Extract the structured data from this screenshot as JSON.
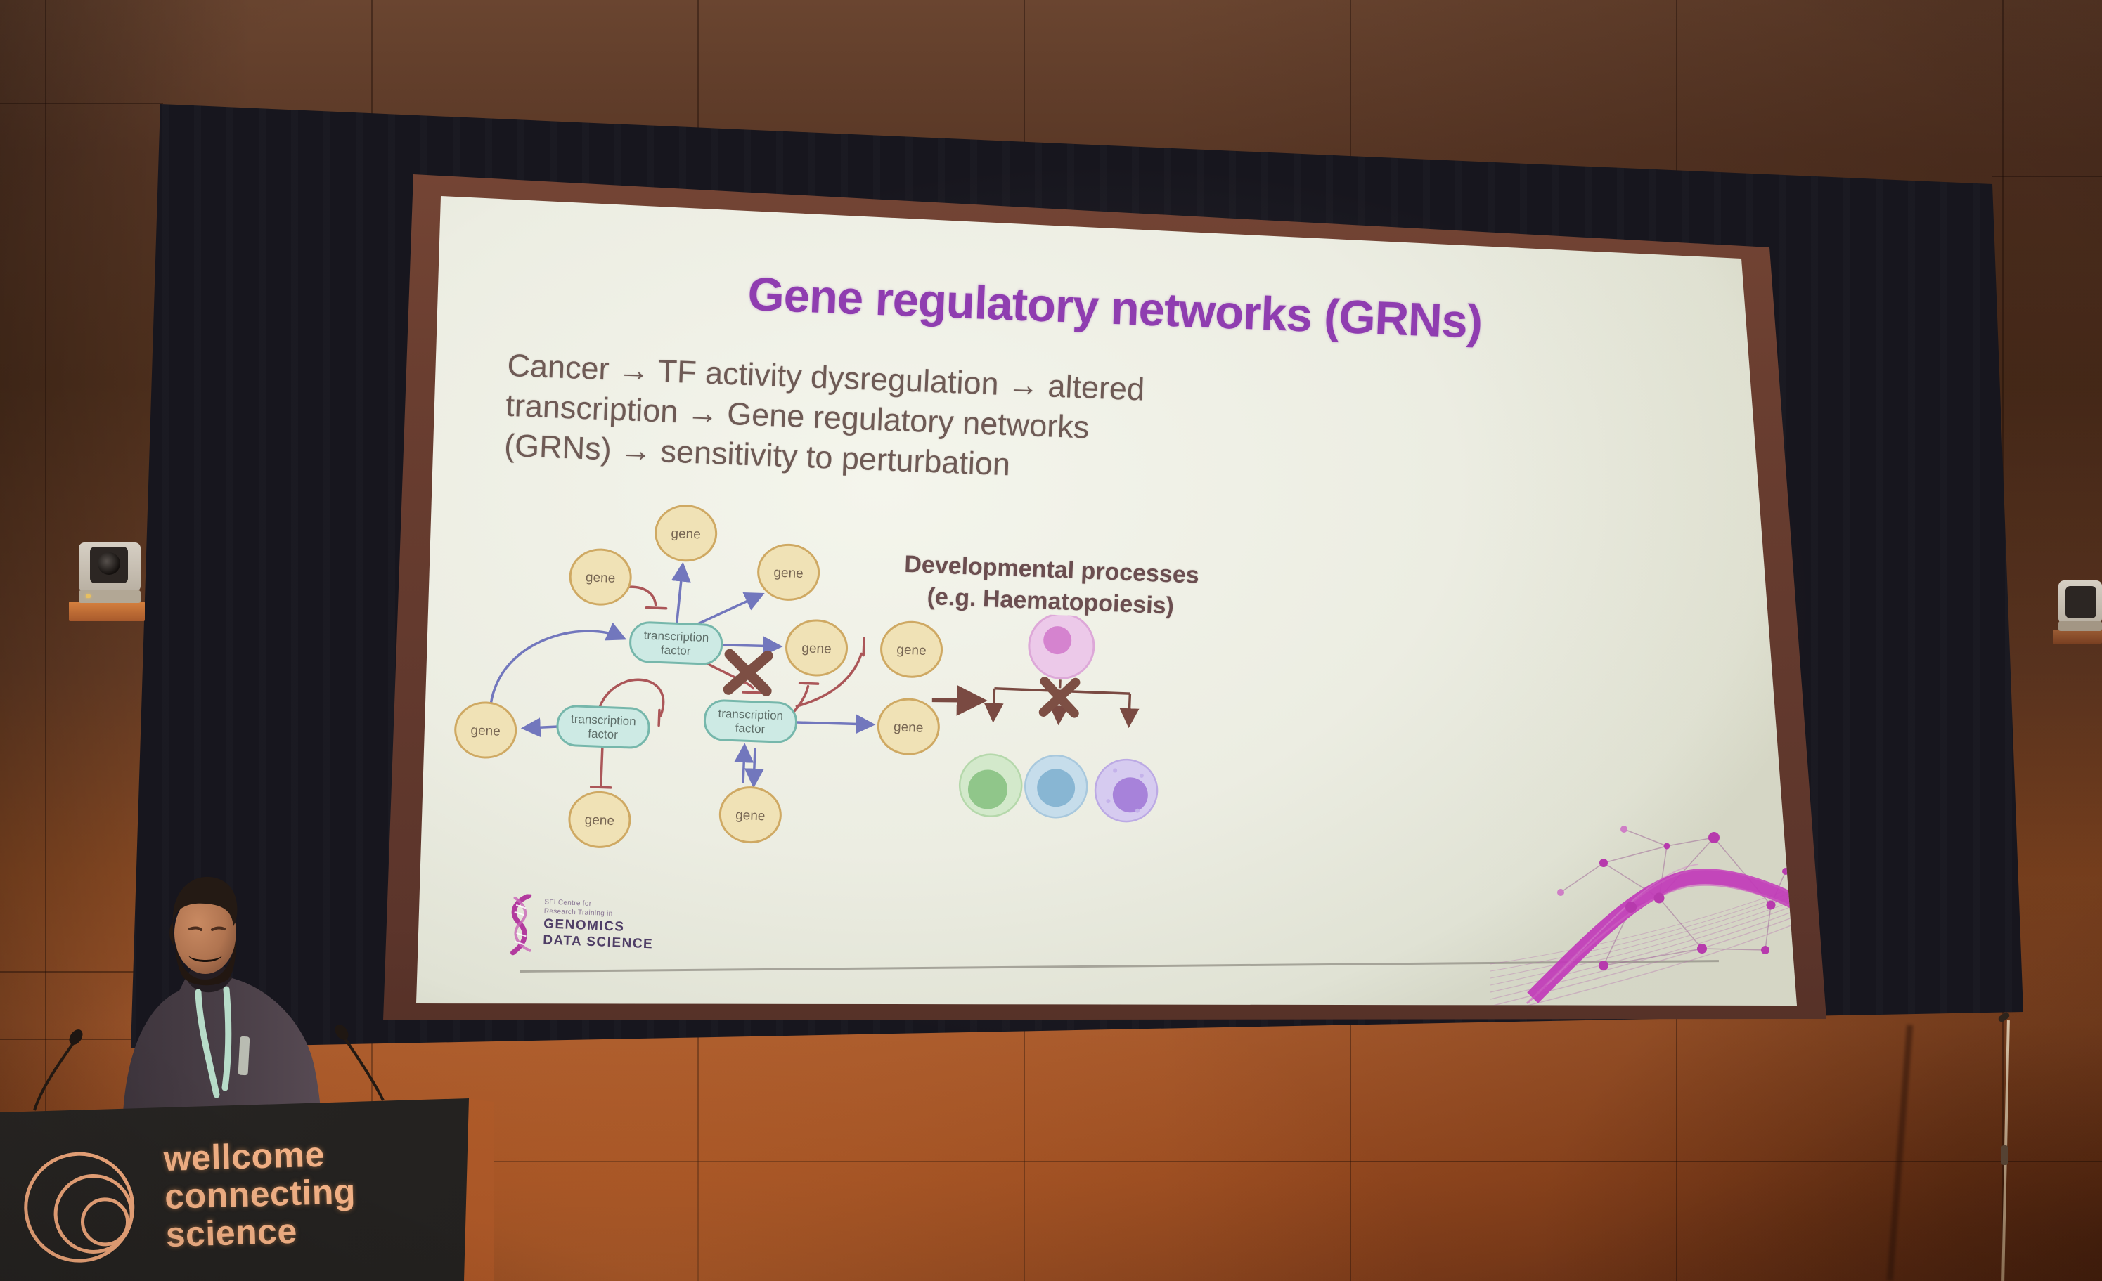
{
  "slide": {
    "title": "Gene regulatory networks (GRNs)",
    "body_line1": "Cancer → TF activity dysregulation → altered",
    "body_line2": "transcription → Gene regulatory networks",
    "body_line3": "(GRNs) → sensitivity to perturbation",
    "diagram": {
      "gene_label": "gene",
      "tf_line1": "transcription",
      "tf_line2": "factor"
    },
    "developmental": {
      "heading_line1": "Developmental processes",
      "heading_line2": "(e.g. Haematopoiesis)"
    },
    "logo": {
      "small_line1": "SFI Centre for",
      "small_line2": "Research Training in",
      "big_line1": "GENOMICS",
      "big_line2": "DATA SCIENCE"
    },
    "colors": {
      "title": "#8f3db0",
      "body_text": "#6e5a55",
      "gene_fill": "#f0e2b6",
      "gene_border": "#cfa963",
      "tf_fill": "#cdeae4",
      "tf_border": "#76b7ab",
      "activation": "#7277bd",
      "inhibition": "#ab5658",
      "cross": "#7d4f44",
      "slide_background": "#edeee3"
    }
  },
  "podium": {
    "brand_line1": "wellcome",
    "brand_line2": "connecting",
    "brand_line3": "science",
    "text_color": "#f4b286"
  }
}
